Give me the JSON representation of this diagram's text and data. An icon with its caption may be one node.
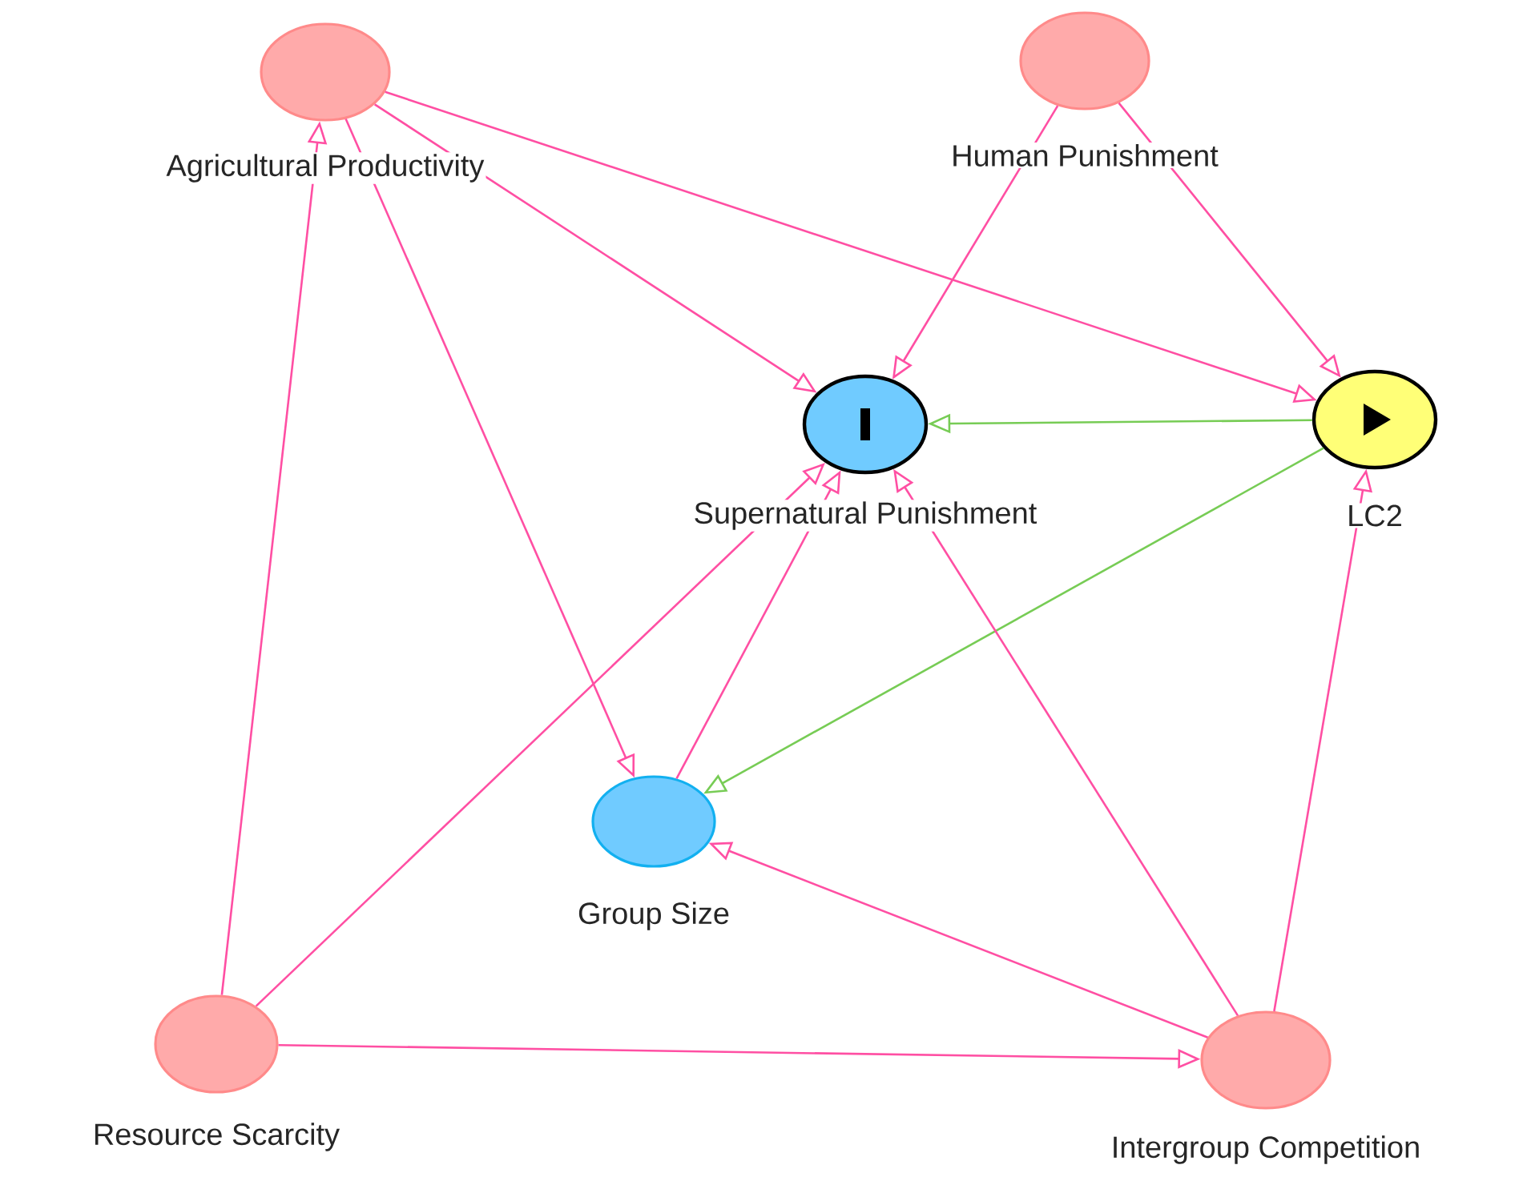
{
  "diagram": {
    "nodes": [
      {
        "text": [
          "Agricultural Productivity"
        ]
      },
      {
        "text": [
          "Human Punishment"
        ]
      },
      {
        "text": [
          "Supernatural Punishment"
        ]
      },
      {
        "text": [
          "LC2"
        ]
      },
      {
        "text": [
          "Group Size"
        ]
      },
      {
        "text": [
          "Resource Scarcity"
        ]
      },
      {
        "text": [
          "Intergroup Competition"
        ]
      }
    ],
    "edges": [
      {
        "from": 0,
        "to": 2,
        "arrow": "to"
      },
      {
        "from": 0,
        "to": 3,
        "arrow": "to"
      },
      {
        "from": 0,
        "to": 4,
        "arrow": "to"
      },
      {
        "from": 5,
        "to": 0,
        "arrow": "to"
      },
      {
        "from": 1,
        "to": 2,
        "arrow": "to"
      },
      {
        "from": 1,
        "to": 3,
        "arrow": "to"
      },
      {
        "from": 3,
        "to": 2,
        "arrow": "to",
        "color": "#77cc55"
      },
      {
        "from": 3,
        "to": 4,
        "arrow": "to",
        "color": "#77cc55"
      },
      {
        "from": 4,
        "to": 2,
        "arrow": "to"
      },
      {
        "from": 5,
        "to": 2,
        "arrow": "to"
      },
      {
        "from": 5,
        "to": 6,
        "arrow": "to"
      },
      {
        "from": 6,
        "to": 4,
        "arrow": "to"
      },
      {
        "from": 6,
        "to": 2,
        "arrow": "to"
      },
      {
        "from": 6,
        "to": 3,
        "arrow": "to"
      }
    ]
  }
}
